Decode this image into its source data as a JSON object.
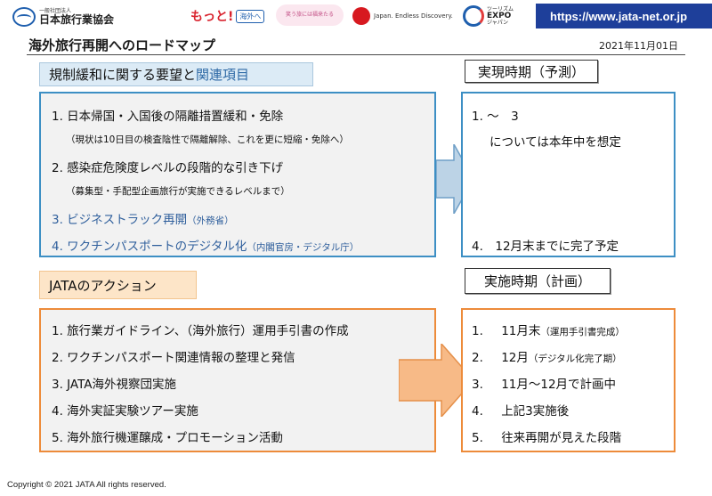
{
  "header": {
    "org_sub": "一般社団法人",
    "org_name": "日本旅行業協会",
    "motto_red": "もっと!",
    "motto_box": "海外へ",
    "smile_text": "笑う旅には福来たる",
    "japan_text": "Japan. Endless Discovery.",
    "expo_top": "ツーリズム",
    "expo_mid": "EXPO",
    "expo_bottom": "ジャパン",
    "url": "https://www.jata-net.or.jp"
  },
  "title": "海外旅行再開へのロードマップ",
  "date": "2021年11月01日",
  "section1": {
    "label_prefix": "規制緩和に関する要望と",
    "label_accent": "関連項目",
    "items": [
      "1. 日本帰国・入国後の隔離措置緩和・免除",
      "（現状は10日目の検査陰性で隔離解除、これを更に短縮・免除へ）",
      "2. 感染症危険度レベルの段階的な引き下げ",
      "（募集型・手配型企画旅行が実施できるレベルまで）",
      "3. ビジネストラック再開",
      "（外務省）",
      "4. ワクチンパスポートのデジタル化",
      "（内閣官房・デジタル庁）"
    ]
  },
  "section1_right": {
    "label": "実現時期（予測）",
    "items": [
      "1. 〜　3",
      "については本年中を想定",
      "4.　12月末までに完了予定"
    ]
  },
  "section2": {
    "label": "JATAのアクション",
    "items": [
      "1. 旅行業ガイドライン、（海外旅行）運用手引書の作成",
      "2. ワクチンパスポート関連情報の整理と発信",
      "3. JATA海外視察団実施",
      "4. 海外実証実験ツアー実施",
      "5. 海外旅行機運醸成・プロモーション活動"
    ]
  },
  "section2_right": {
    "label": "実施時期（計画）",
    "items": [
      {
        "num": "1.",
        "main": "11月末",
        "note": "（運用手引書完成）"
      },
      {
        "num": "2.",
        "main": "12月",
        "note": "（デジタル化完了期）"
      },
      {
        "num": "3.",
        "main": "11月～12月で計画中",
        "note": ""
      },
      {
        "num": "4.",
        "main": "上記3実施後",
        "note": ""
      },
      {
        "num": "5.",
        "main": "往来再開が見えた段階",
        "note": ""
      }
    ]
  },
  "footer": "Copyright © 2021  JATA  All rights reserved.",
  "colors": {
    "blue_border": "#3d8fc4",
    "orange_border": "#ed8b3a",
    "blue_arrow": "#bcd3e6",
    "orange_arrow": "#f7ba87",
    "url_bar": "#1e3f9a"
  }
}
